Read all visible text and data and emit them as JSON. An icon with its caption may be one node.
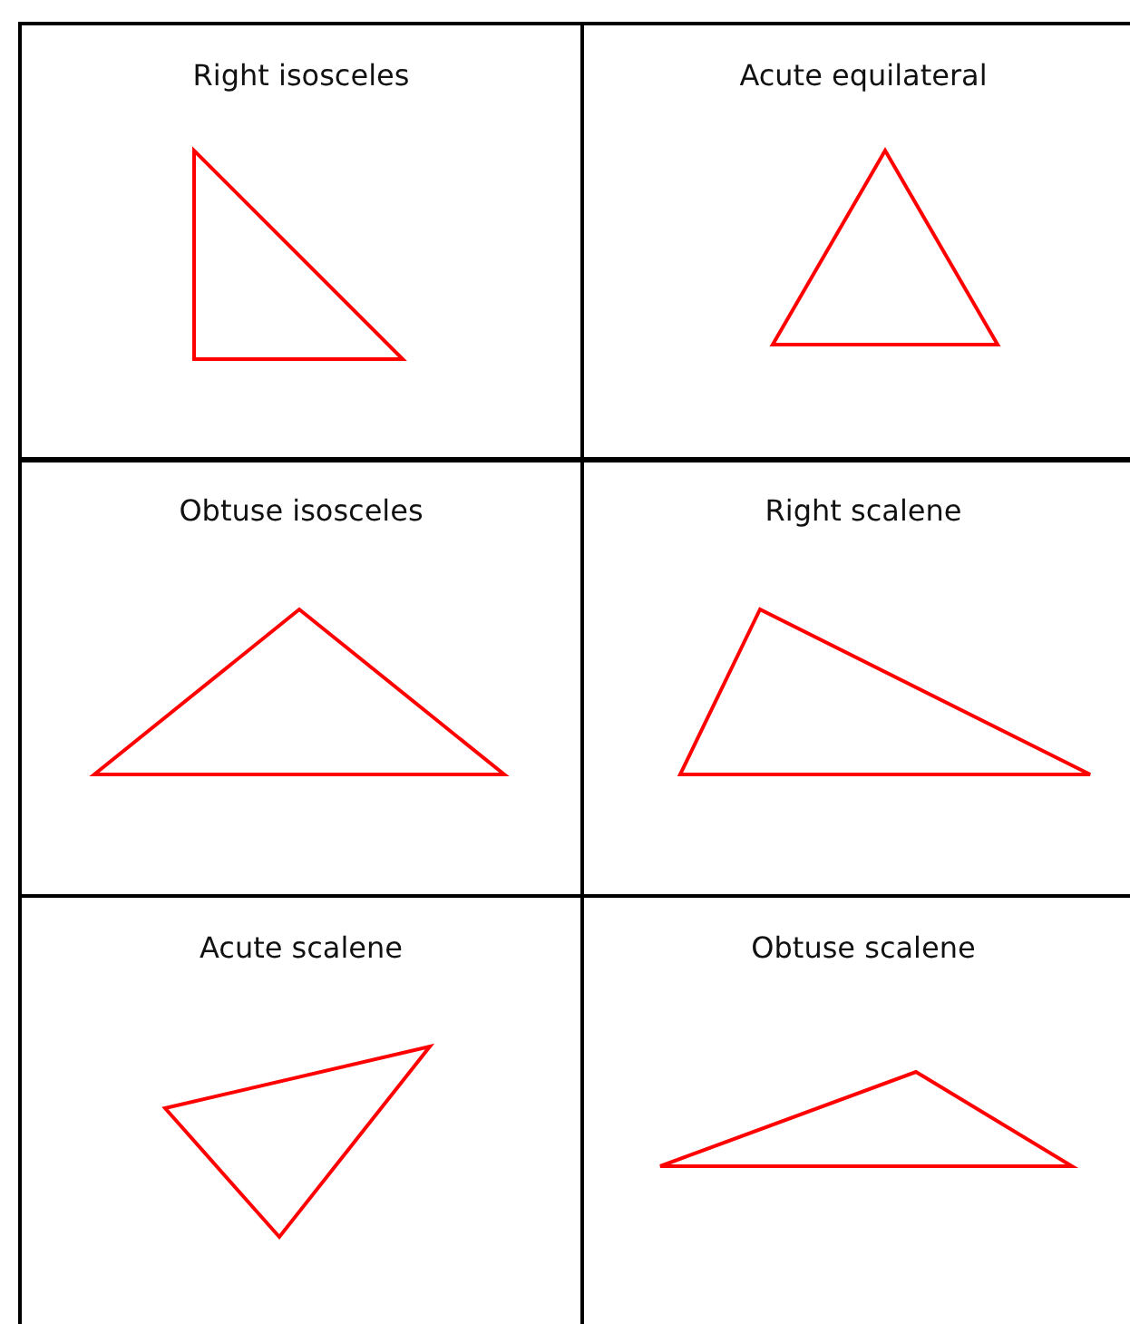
{
  "diagram": {
    "nodes": [
      {
        "text": [
          "Right isosceles"
        ]
      },
      {
        "text": [],
        "shape": "triangle",
        "in": 0
      },
      {
        "text": [
          "Acute equilateral"
        ]
      },
      {
        "text": [],
        "shape": "triangle",
        "in": 2
      },
      {
        "text": [
          "Obtuse isosceles"
        ]
      },
      {
        "text": [],
        "shape": "triangle",
        "in": 4
      },
      {
        "text": [
          "Right scalene"
        ]
      },
      {
        "text": [],
        "shape": "triangle",
        "in": 6
      },
      {
        "text": [
          "Acute scalene"
        ]
      },
      {
        "text": [],
        "shape": "triangle",
        "in": 8
      },
      {
        "text": [
          "Obtuse scalene"
        ]
      },
      {
        "text": [],
        "shape": "triangle",
        "in": 10
      }
    ]
  }
}
